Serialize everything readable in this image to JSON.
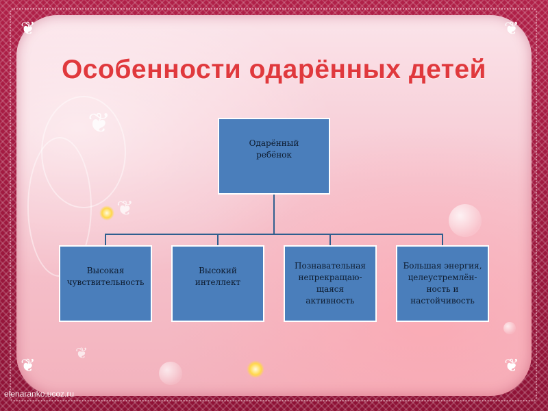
{
  "title": "Особенности одарённых детей",
  "root": {
    "label": "Одарённый\nребёнок"
  },
  "children": [
    {
      "label": "Высокая\nчувствительность"
    },
    {
      "label": "Высокий\nинтеллект"
    },
    {
      "label": "Познавательная\nнепрекращаю-\nщаяся\nактивность"
    },
    {
      "label": "Большая энергия,\nцелеустремлён-\nность и\nнастойчивость"
    }
  ],
  "watermark": "elenaranko.ucoz.ru",
  "colors": {
    "title": "#e0393d",
    "box": "#4a7ebb",
    "frame": "#a01840",
    "connector": "#2f5e8e"
  },
  "icons": [
    "butterfly-icon"
  ]
}
